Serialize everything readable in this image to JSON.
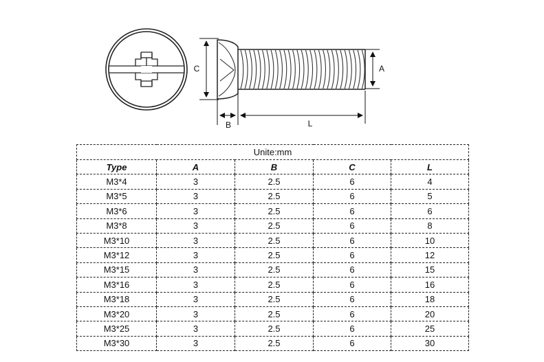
{
  "drawing": {
    "labels": {
      "a": "A",
      "b": "B",
      "c": "C",
      "l": "L"
    }
  },
  "table": {
    "caption": "Unite:mm",
    "headers": [
      "Type",
      "A",
      "B",
      "C",
      "L"
    ],
    "rows": [
      [
        "M3*4",
        "3",
        "2.5",
        "6",
        "4"
      ],
      [
        "M3*5",
        "3",
        "2.5",
        "6",
        "5"
      ],
      [
        "M3*6",
        "3",
        "2.5",
        "6",
        "6"
      ],
      [
        "M3*8",
        "3",
        "2.5",
        "6",
        "8"
      ],
      [
        "M3*10",
        "3",
        "2.5",
        "6",
        "10"
      ],
      [
        "M3*12",
        "3",
        "2.5",
        "6",
        "12"
      ],
      [
        "M3*15",
        "3",
        "2.5",
        "6",
        "15"
      ],
      [
        "M3*16",
        "3",
        "2.5",
        "6",
        "16"
      ],
      [
        "M3*18",
        "3",
        "2.5",
        "6",
        "18"
      ],
      [
        "M3*20",
        "3",
        "2.5",
        "6",
        "20"
      ],
      [
        "M3*25",
        "3",
        "2.5",
        "6",
        "25"
      ],
      [
        "M3*30",
        "3",
        "2.5",
        "6",
        "30"
      ]
    ]
  }
}
